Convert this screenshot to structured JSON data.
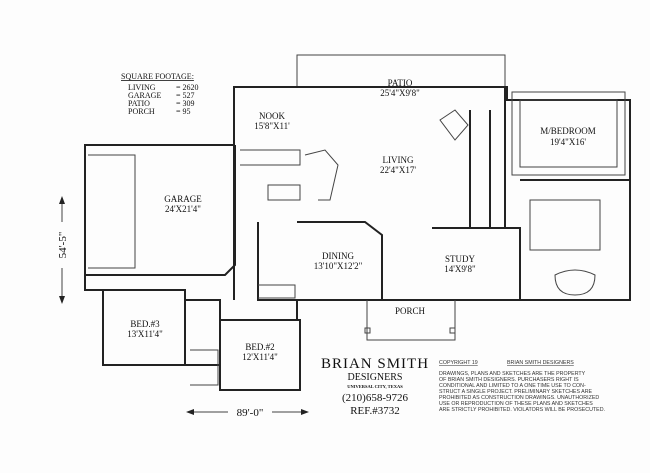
{
  "square_footage": {
    "title": "SQUARE FOOTAGE:",
    "rows": [
      {
        "label": "LIVING",
        "value": "= 2620"
      },
      {
        "label": "GARAGE",
        "value": "= 527"
      },
      {
        "label": "PATIO",
        "value": "= 309"
      },
      {
        "label": "PORCH",
        "value": "= 95"
      }
    ]
  },
  "rooms": {
    "patio": {
      "name": "PATIO",
      "size": "25'4\"X9'8\""
    },
    "nook": {
      "name": "NOOK",
      "size": "15'8\"X11'"
    },
    "living": {
      "name": "LIVING",
      "size": "22'4\"X17'"
    },
    "master": {
      "name": "M/BEDROOM",
      "size": "19'4\"X16'"
    },
    "garage": {
      "name": "GARAGE",
      "size": "24'X21'4\""
    },
    "dining": {
      "name": "DINING",
      "size": "13'10\"X12'2\""
    },
    "study": {
      "name": "STUDY",
      "size": "14'X9'8\""
    },
    "porch": {
      "name": "PORCH"
    },
    "bed3": {
      "name": "BED.#3",
      "size": "13'X11'4\""
    },
    "bed2": {
      "name": "BED.#2",
      "size": "12'X11'4\""
    }
  },
  "dimensions": {
    "depth": "54'-5\"",
    "width": "89'-0\""
  },
  "designer": {
    "name": "BRIAN SMITH",
    "sub": "DESIGNERS",
    "city": "UNIVERSAL CITY, TEXAS",
    "phone": "(210)658-9726",
    "ref": "REF.#3732"
  },
  "copyright": {
    "heading": "COPYRIGHT 19",
    "owner": "BRIAN SMITH DESIGNERS",
    "lines": [
      "DRAWINGS, PLANS AND SKETCHES ARE THE PROPERTY",
      "OF BRIAN SMITH DESIGNERS.  PURCHASERS RIGHT IS",
      "CONDITIONAL AND LIMITED TO A ONE TIME USE TO CON-",
      "STRUCT A SINGLE PROJECT.  PRELIMINARY SKETCHES ARE",
      "PROHIBITED AS CONSTRUCTION DRAWINGS.  UNAUTHORIZED",
      "USE OR REPRODUCTION OF THESE PLANS AND SKETCHES",
      "ARE STRICTLY PROHIBITED.  VIOLATORS WILL BE PROSECUTED."
    ]
  }
}
